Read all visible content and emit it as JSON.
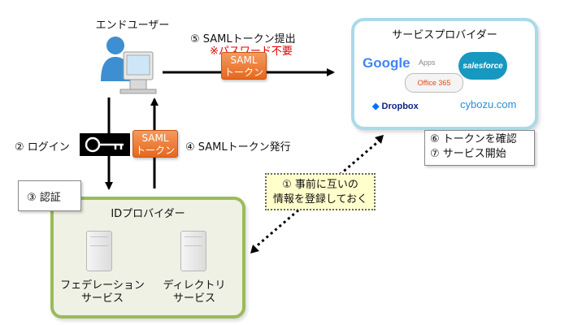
{
  "user": {
    "label": "エンドユーザー"
  },
  "service_provider": {
    "title": "サービスプロバイダー",
    "logos": {
      "google": "Google",
      "google_apps": "Apps",
      "salesforce": "salesforce",
      "office": "Office 365",
      "dropbox": "Dropbox",
      "cybozu": "cybozu.com"
    }
  },
  "identity_provider": {
    "title": "IDプロバイダー",
    "federation_label": "フェデレーション\nサービス",
    "directory_label": "ディレクトリ\nサービス"
  },
  "tokens": {
    "label": "SAML\nトークン"
  },
  "steps": {
    "login": "② ログイン",
    "auth": "③ 認証",
    "issue_token": "④ SAMLトークン発行",
    "submit_token": "⑤ SAMLトークン提出",
    "no_password": "※パスワード不要",
    "confirm_token": "⑥ トークンを確認",
    "start_service": "⑦ サービス開始",
    "prior_exchange": "① 事前に互いの\n情報を登録しておく"
  },
  "colors": {
    "sp_border": "#a9dae9",
    "idp_border": "#9bbb59",
    "idp_fill": "#eef1e4",
    "token": "#ee7a33",
    "warning": "#e60000",
    "note_fill": "#ffffcc"
  }
}
